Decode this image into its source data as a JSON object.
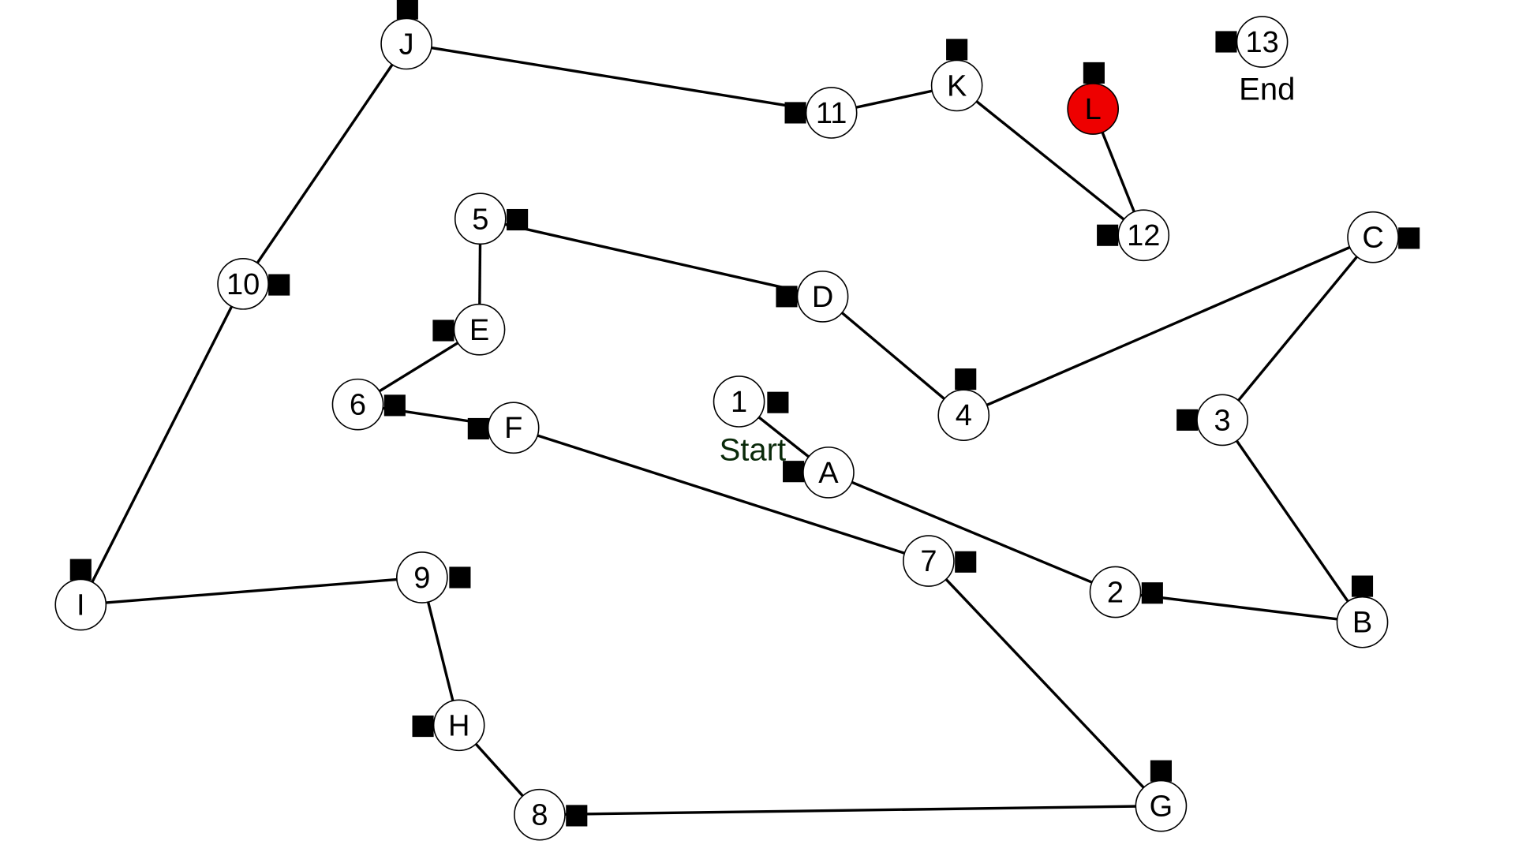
{
  "nodes": [
    {
      "id": "1",
      "label": "1",
      "caption": "Start"
    },
    {
      "id": "A",
      "label": "A"
    },
    {
      "id": "2",
      "label": "2"
    },
    {
      "id": "B",
      "label": "B"
    },
    {
      "id": "3",
      "label": "3"
    },
    {
      "id": "C",
      "label": "C"
    },
    {
      "id": "4",
      "label": "4"
    },
    {
      "id": "D",
      "label": "D"
    },
    {
      "id": "5",
      "label": "5"
    },
    {
      "id": "E",
      "label": "E"
    },
    {
      "id": "6",
      "label": "6"
    },
    {
      "id": "F",
      "label": "F"
    },
    {
      "id": "7",
      "label": "7"
    },
    {
      "id": "G",
      "label": "G"
    },
    {
      "id": "8",
      "label": "8"
    },
    {
      "id": "H",
      "label": "H"
    },
    {
      "id": "9",
      "label": "9"
    },
    {
      "id": "I",
      "label": "I"
    },
    {
      "id": "10",
      "label": "10"
    },
    {
      "id": "J",
      "label": "J"
    },
    {
      "id": "11",
      "label": "11"
    },
    {
      "id": "K",
      "label": "K"
    },
    {
      "id": "12",
      "label": "12"
    },
    {
      "id": "L",
      "label": "L",
      "current": true
    },
    {
      "id": "13",
      "label": "13",
      "caption": "End"
    }
  ],
  "connections": [
    [
      "1",
      "A"
    ],
    [
      "A",
      "2"
    ],
    [
      "2",
      "B"
    ],
    [
      "B",
      "3"
    ],
    [
      "3",
      "C"
    ],
    [
      "C",
      "4"
    ],
    [
      "4",
      "D"
    ],
    [
      "D",
      "5"
    ],
    [
      "5",
      "E"
    ],
    [
      "E",
      "6"
    ],
    [
      "6",
      "F"
    ],
    [
      "F",
      "7"
    ],
    [
      "7",
      "G"
    ],
    [
      "G",
      "8"
    ],
    [
      "8",
      "H"
    ],
    [
      "H",
      "9"
    ],
    [
      "9",
      "I"
    ],
    [
      "I",
      "10"
    ],
    [
      "10",
      "J"
    ],
    [
      "J",
      "11"
    ],
    [
      "11",
      "K"
    ],
    [
      "K",
      "12"
    ],
    [
      "12",
      "L"
    ]
  ],
  "colors": {
    "node_fill": "#ffffff",
    "current_fill": "#ee0000",
    "line": "#000000",
    "marker": "#000000",
    "start_caption": "#0a2a0a",
    "end_caption": "#000000"
  }
}
